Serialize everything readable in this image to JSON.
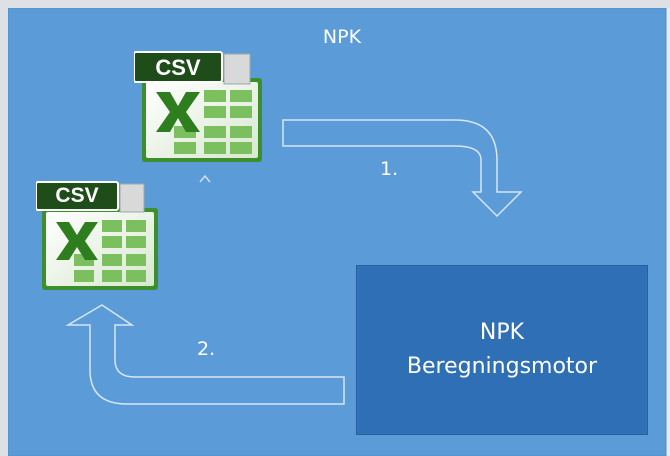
{
  "diagram": {
    "title": "NPK",
    "step1_label": "1.",
    "step2_label": "2.",
    "engine": {
      "line1": "NPK",
      "line2": "Beregningsmotor"
    },
    "files": [
      {
        "badge": "CSV",
        "icon": "csv-excel-file-icon"
      },
      {
        "badge": "CSV",
        "icon": "csv-excel-file-icon"
      }
    ]
  },
  "colors": {
    "panel_blue": "#5b9bd8",
    "engine_blue": "#2e6fb6",
    "excel_green": "#3c8f2b",
    "badge_dark_green": "#1f4d1a"
  }
}
